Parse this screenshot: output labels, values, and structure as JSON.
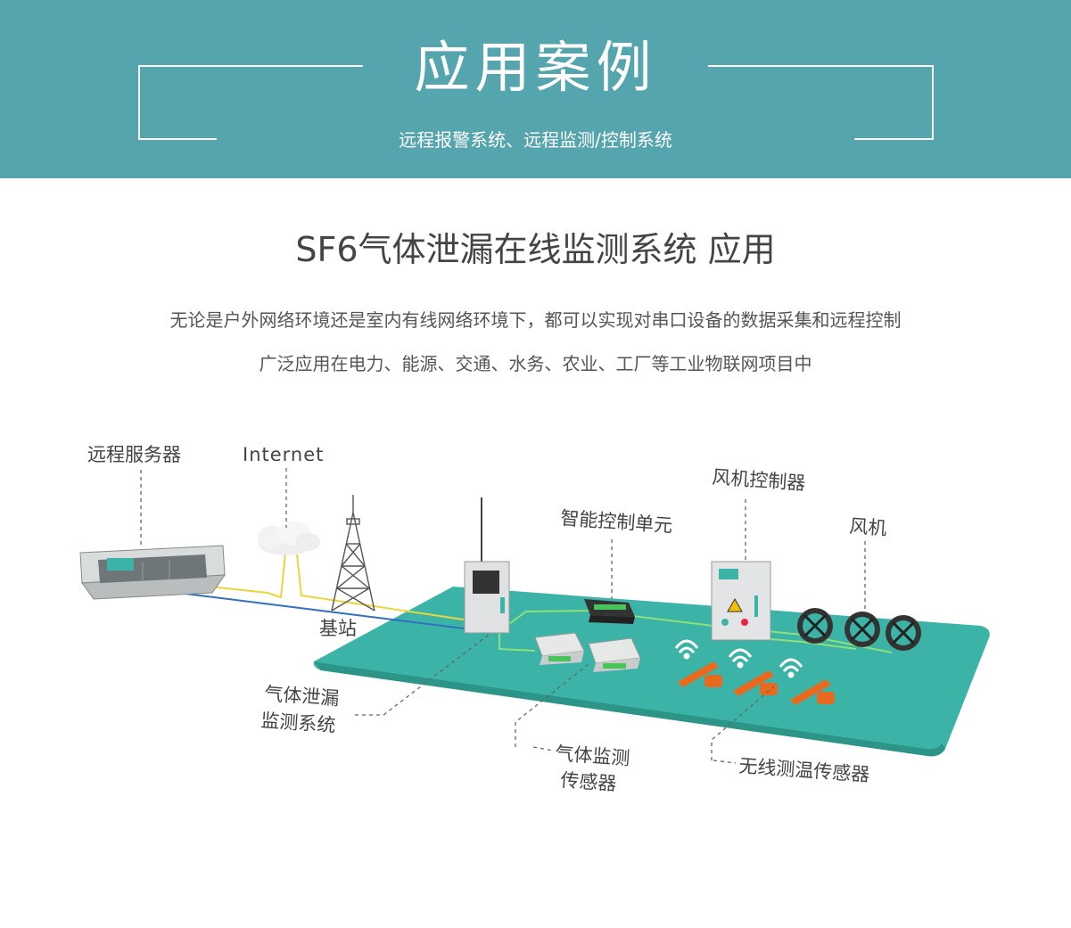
{
  "banner": {
    "title": "应用案例",
    "subtitle": "远程报警系统、远程监测/控制系统"
  },
  "section": {
    "title": "SF6气体泄漏在线监测系统 应用",
    "description_line1": "无论是户外网络环境还是室内有线网络环境下，都可以实现对串口设备的数据采集和远程控制",
    "description_line2": "广泛应用在电力、能源、交通、水务、农业、工厂等工业物联网项目中"
  },
  "diagram": {
    "labels": {
      "remote_server": "远程服务器",
      "internet": "Internet",
      "base_station": "基站",
      "smart_control_unit": "智能控制单元",
      "fan_controller": "风机控制器",
      "fan": "风机",
      "gas_leak_system_line1": "气体泄漏",
      "gas_leak_system_line2": "监测系统",
      "gas_sensor_line1": "气体监测",
      "gas_sensor_line2": "传感器",
      "wireless_temp_sensor": "无线测温传感器"
    },
    "colors": {
      "platform": "#3bb3a6",
      "banner": "#54a5ad",
      "signal_line_yellow": "#e8d63a",
      "signal_line_blue": "#2f6fc0",
      "signal_line_green": "#8ee07a",
      "sensor_orange": "#e86a1e"
    }
  }
}
